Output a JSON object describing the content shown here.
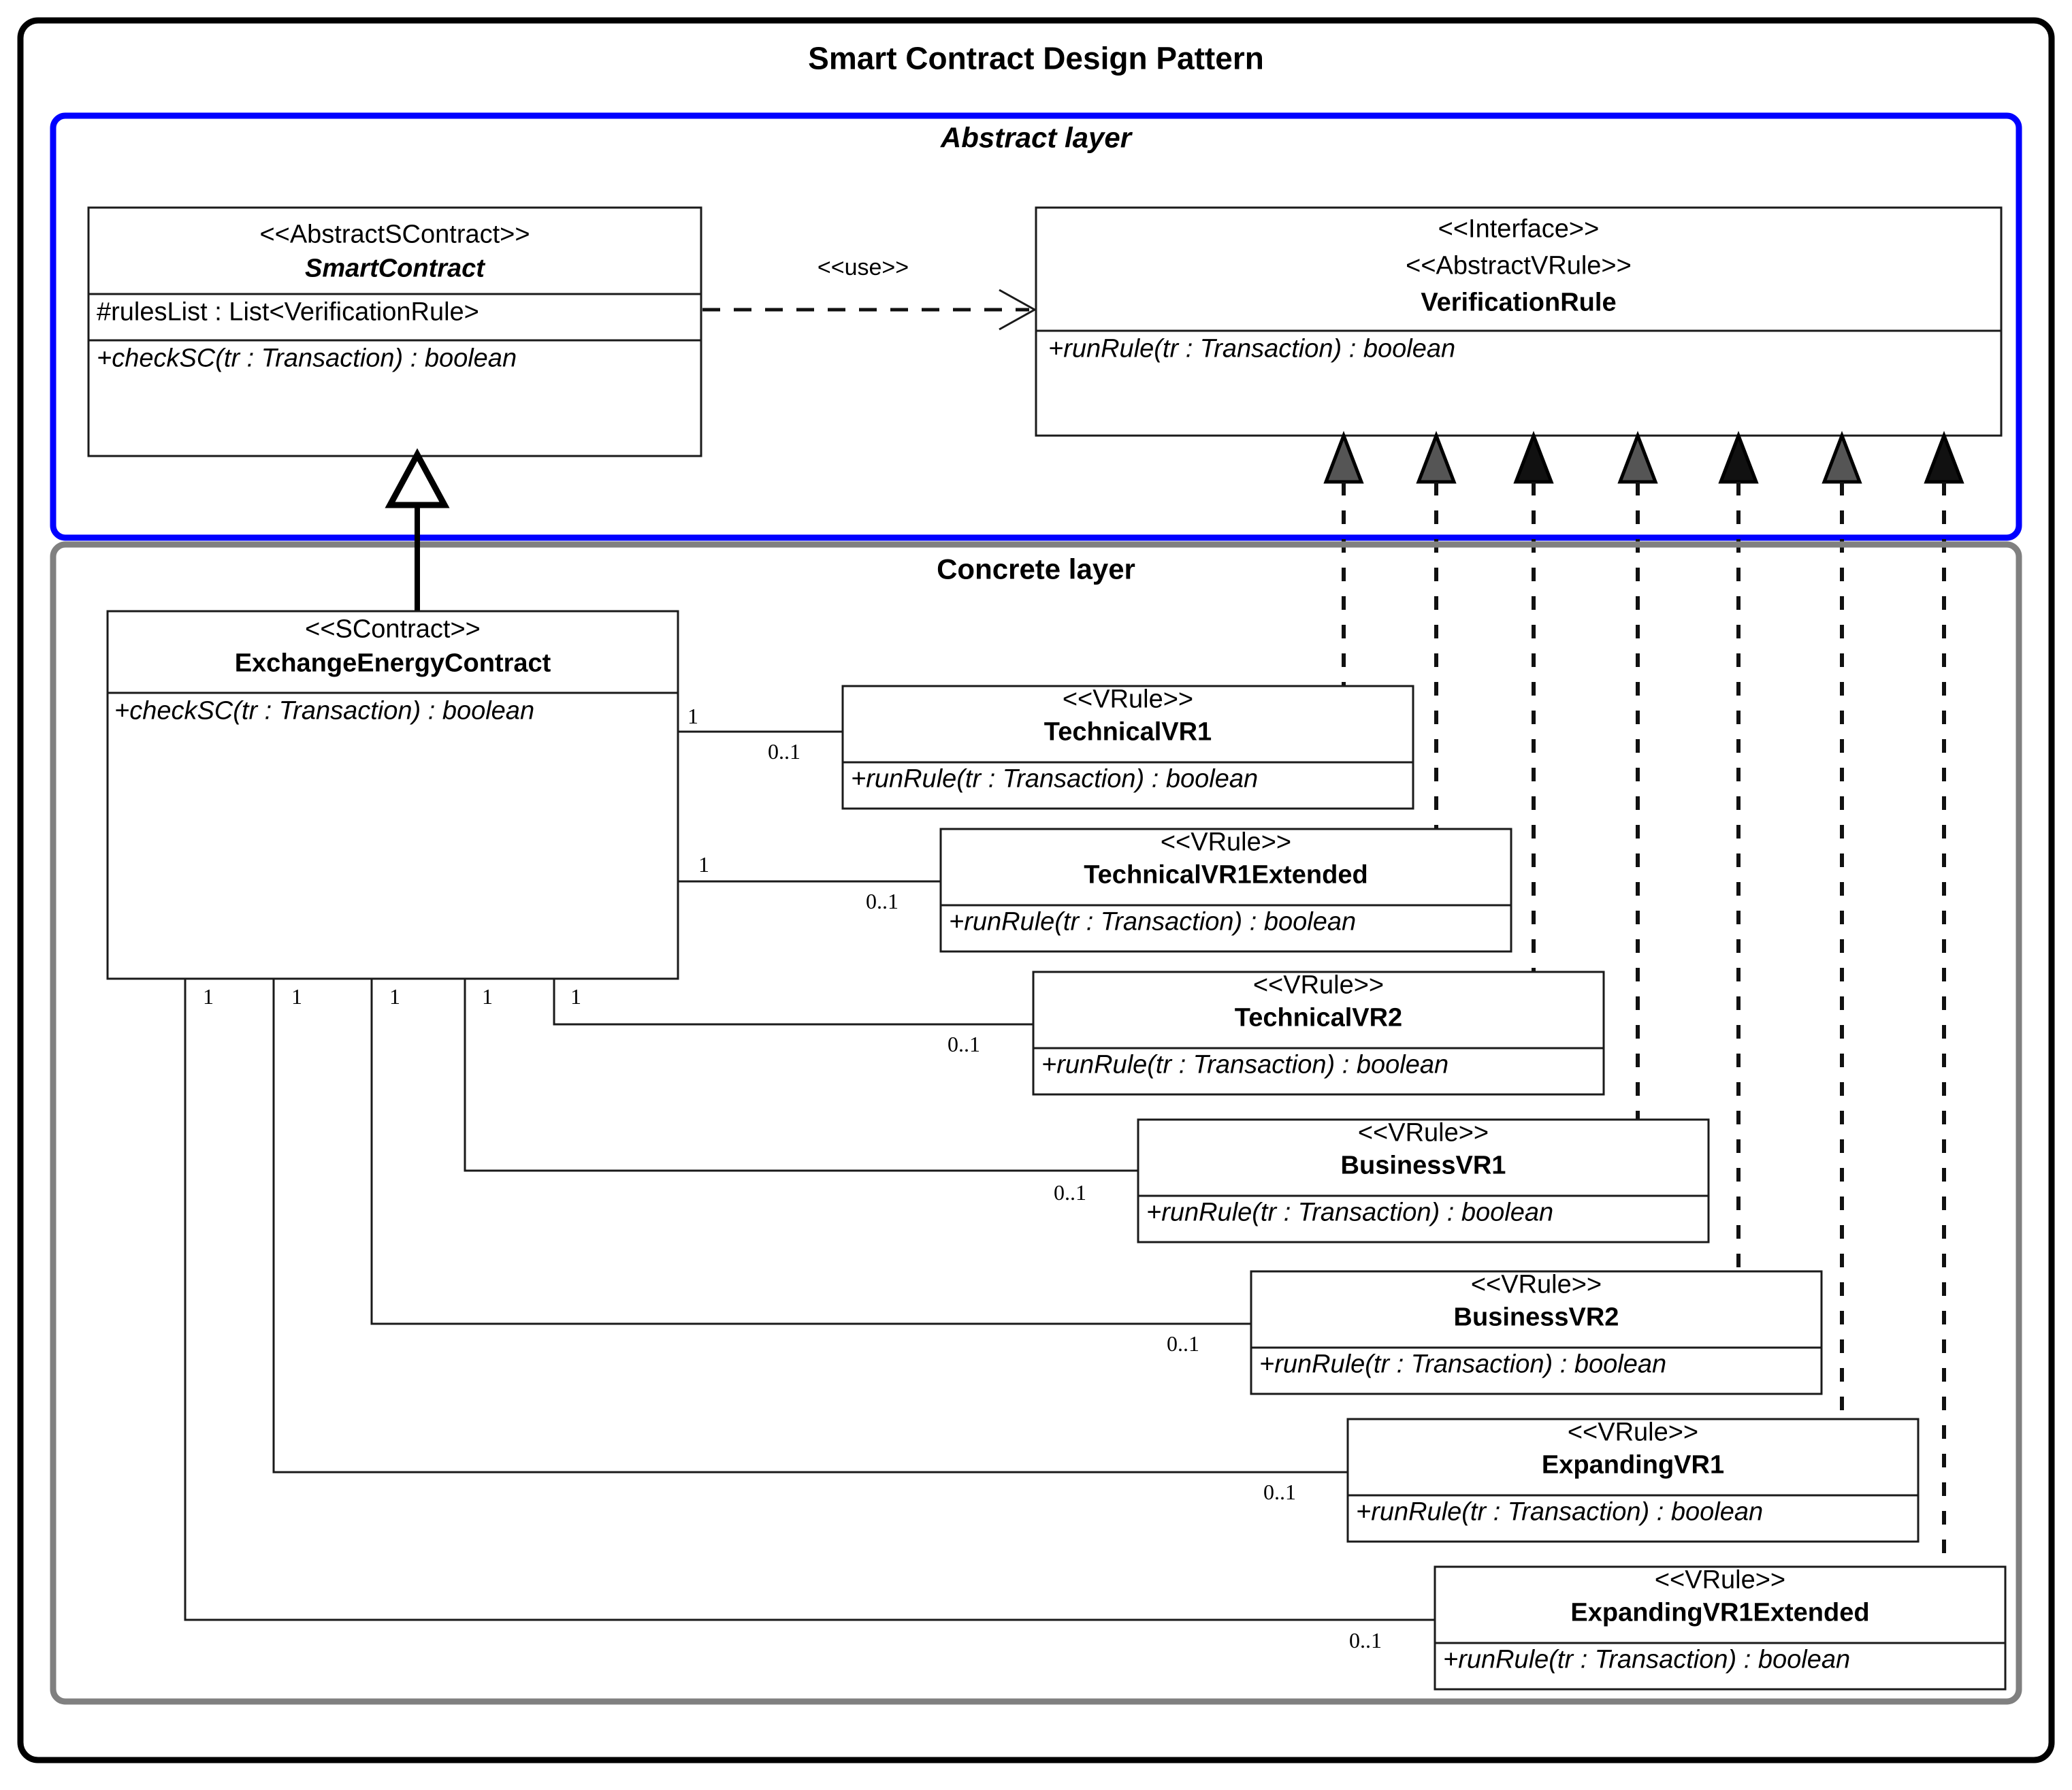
{
  "diagram": {
    "title": "Smart Contract Design Pattern",
    "layers": [
      {
        "id": "abstract",
        "label": "Abstract layer",
        "border_color": "#0000ff"
      },
      {
        "id": "concrete",
        "label": "Concrete layer",
        "border_color": "#808080"
      }
    ],
    "relation_labels": {
      "use": "<<use>>"
    },
    "multiplicity": {
      "one": "1",
      "zero_or_one": "0..1"
    }
  },
  "classes": {
    "smart_contract": {
      "stereotype": "<<AbstractSContract>>",
      "name": "SmartContract",
      "attributes": [
        "#rulesList : List<VerificationRule>"
      ],
      "operations": [
        "+checkSC(tr : Transaction) : boolean"
      ]
    },
    "verification_rule": {
      "stereotype1": "<<Interface>>",
      "stereotype2": "<<AbstractVRule>>",
      "name": "VerificationRule",
      "operations": [
        "+runRule(tr : Transaction) : boolean"
      ]
    },
    "exchange_energy_contract": {
      "stereotype": "<<SContract>>",
      "name": "ExchangeEnergyContract",
      "operations": [
        "+checkSC(tr : Transaction) : boolean"
      ]
    }
  },
  "rules": [
    {
      "stereotype": "<<VRule>>",
      "name": "TechnicalVR1",
      "operation": "+runRule(tr : Transaction) : boolean",
      "src_mult": "1",
      "dst_mult": "0..1"
    },
    {
      "stereotype": "<<VRule>>",
      "name": "TechnicalVR1Extended",
      "operation": "+runRule(tr : Transaction) : boolean",
      "src_mult": "1",
      "dst_mult": "0..1"
    },
    {
      "stereotype": "<<VRule>>",
      "name": "TechnicalVR2",
      "operation": "+runRule(tr : Transaction) : boolean",
      "src_mult": "1",
      "dst_mult": "0..1"
    },
    {
      "stereotype": "<<VRule>>",
      "name": "BusinessVR1",
      "operation": "+runRule(tr : Transaction) : boolean",
      "src_mult": "1",
      "dst_mult": "0..1"
    },
    {
      "stereotype": "<<VRule>>",
      "name": "BusinessVR2",
      "operation": "+runRule(tr : Transaction) : boolean",
      "src_mult": "1",
      "dst_mult": "0..1"
    },
    {
      "stereotype": "<<VRule>>",
      "name": "ExpandingVR1",
      "operation": "+runRule(tr : Transaction) : boolean",
      "src_mult": "1",
      "dst_mult": "0..1"
    },
    {
      "stereotype": "<<VRule>>",
      "name": "ExpandingVR1Extended",
      "operation": "+runRule(tr : Transaction) : boolean",
      "src_mult": "1",
      "dst_mult": "0..1"
    }
  ]
}
